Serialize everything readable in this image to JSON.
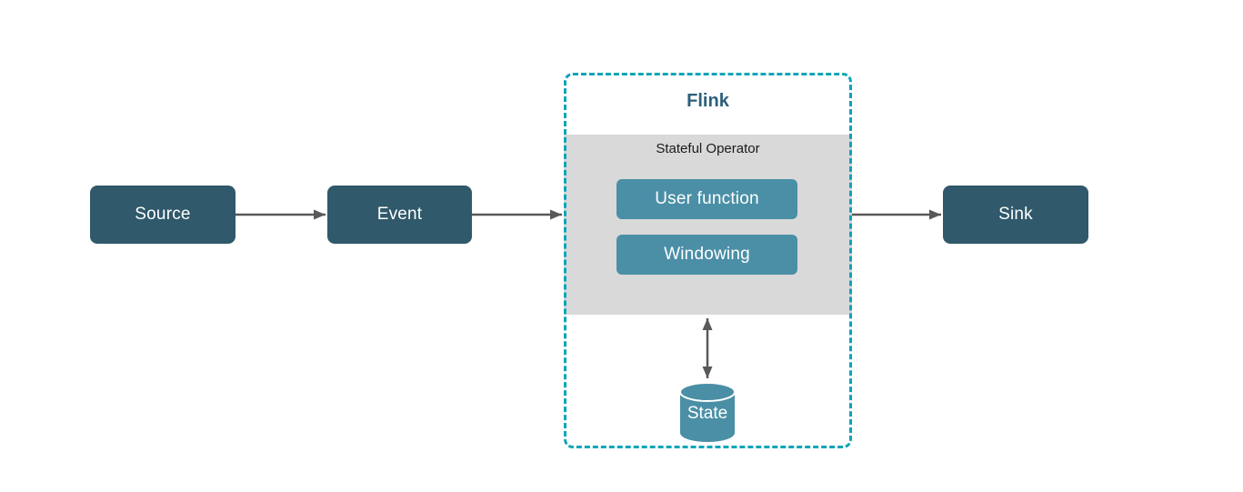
{
  "diagram": {
    "nodes": {
      "source": {
        "label": "Source"
      },
      "event": {
        "label": "Event"
      },
      "flink": {
        "title": "Flink"
      },
      "stateful_operator": {
        "label": "Stateful Operator"
      },
      "user_function": {
        "label": "User function"
      },
      "windowing": {
        "label": "Windowing"
      },
      "state": {
        "label": "State"
      },
      "sink": {
        "label": "Sink"
      }
    },
    "edges": [
      {
        "from": "Source",
        "to": "Event",
        "type": "arrow-right"
      },
      {
        "from": "Event",
        "to": "Flink",
        "type": "arrow-right"
      },
      {
        "from": "Flink",
        "to": "Sink",
        "type": "arrow-right"
      },
      {
        "from": "Stateful Operator",
        "to": "State",
        "type": "arrow-bidirectional"
      }
    ],
    "colors": {
      "node_dark_teal": "#30596B",
      "node_medium_teal": "#4A8FA6",
      "panel_gray": "#D9D9D9",
      "container_dashed_teal": "#0CA5B8",
      "flink_title_text": "#2C5F7A",
      "arrow_gray": "#595959",
      "node_text": "#FFFFFF",
      "panel_label_text": "#1A1A1A",
      "background": "#FFFFFF"
    }
  }
}
